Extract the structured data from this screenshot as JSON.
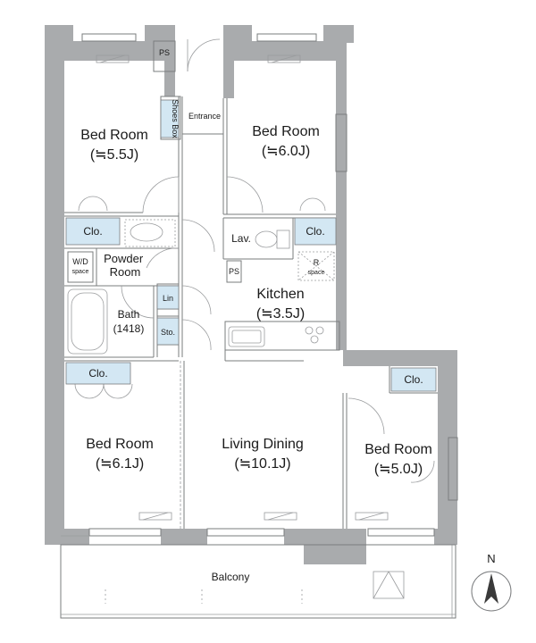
{
  "rooms": {
    "bed_nw": {
      "name": "Bed Room",
      "size": "(≒5.5J)"
    },
    "bed_ne": {
      "name": "Bed Room",
      "size": "(≒6.0J)"
    },
    "bed_sw": {
      "name": "Bed Room",
      "size": "(≒6.1J)"
    },
    "living": {
      "name": "Living Dining",
      "size": "(≒10.1J)"
    },
    "bed_se": {
      "name": "Bed Room",
      "size": "(≒5.0J)"
    },
    "kitchen": {
      "name": "Kitchen",
      "size": "(≒3.5J)"
    },
    "powder": {
      "name": "Powder Room"
    },
    "bath": {
      "name": "Bath",
      "size": "(1418)"
    }
  },
  "labels": {
    "entrance": "Entrance",
    "shoes_box": "Shoes Box",
    "ps_top": "PS",
    "ps_mid": "PS",
    "lav": "Lav.",
    "lin": "Lin",
    "sto": "Sto.",
    "wd": "W/D",
    "wd_sub": "space",
    "r": "R",
    "r_sub": "space",
    "balcony": "Balcony",
    "clo_nw": "Clo.",
    "clo_ne": "Clo.",
    "clo_sw": "Clo.",
    "clo_se": "Clo."
  },
  "compass": {
    "north": "N"
  }
}
